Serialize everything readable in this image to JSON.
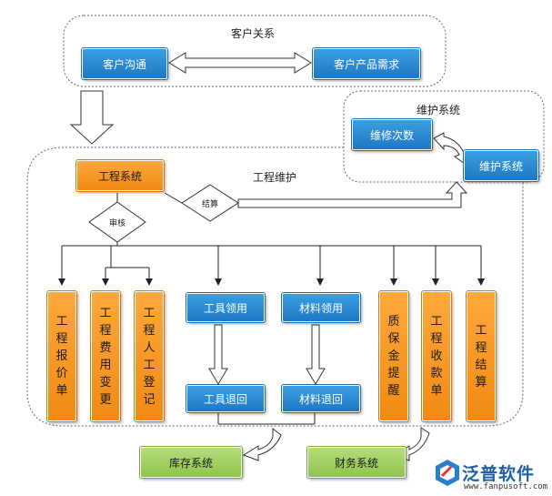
{
  "groups": {
    "customer_relation": "客户关系",
    "maintenance_system": "维护系统",
    "project_maintenance": "工程维护"
  },
  "nodes": {
    "customer_communication": "客户沟通",
    "customer_product_demand": "客户产品需求",
    "repair_count": "维修次数",
    "maintenance_system_box": "维护系统",
    "project_system": "工程系统",
    "tool_borrow": "工具领用",
    "material_borrow": "材料领用",
    "tool_return": "工具退回",
    "material_return": "材料退回",
    "inventory_system": "库存系统",
    "finance_system": "财务系统"
  },
  "vertical_nodes": {
    "project_quote": [
      "工",
      "程",
      "报",
      "价",
      "单"
    ],
    "cost_change": [
      "工",
      "程",
      "费",
      "用",
      "变",
      "更"
    ],
    "labor_register": [
      "工",
      "程",
      "人",
      "工",
      "登",
      "记"
    ],
    "warranty_reminder": [
      "质",
      "保",
      "金",
      "提",
      "醒"
    ],
    "receipt": [
      "工",
      "程",
      "收",
      "款",
      "单"
    ],
    "settlement": [
      "工",
      "程",
      "结",
      "算"
    ]
  },
  "decisions": {
    "review": "审核",
    "settle": "结算"
  },
  "logo": {
    "name": "泛普软件",
    "url": "www.fanpusoft.com"
  },
  "colors": {
    "blue": "#2a8ad6",
    "orange": "#f5961f",
    "green": "#9ccd5a",
    "line": "#222222"
  }
}
